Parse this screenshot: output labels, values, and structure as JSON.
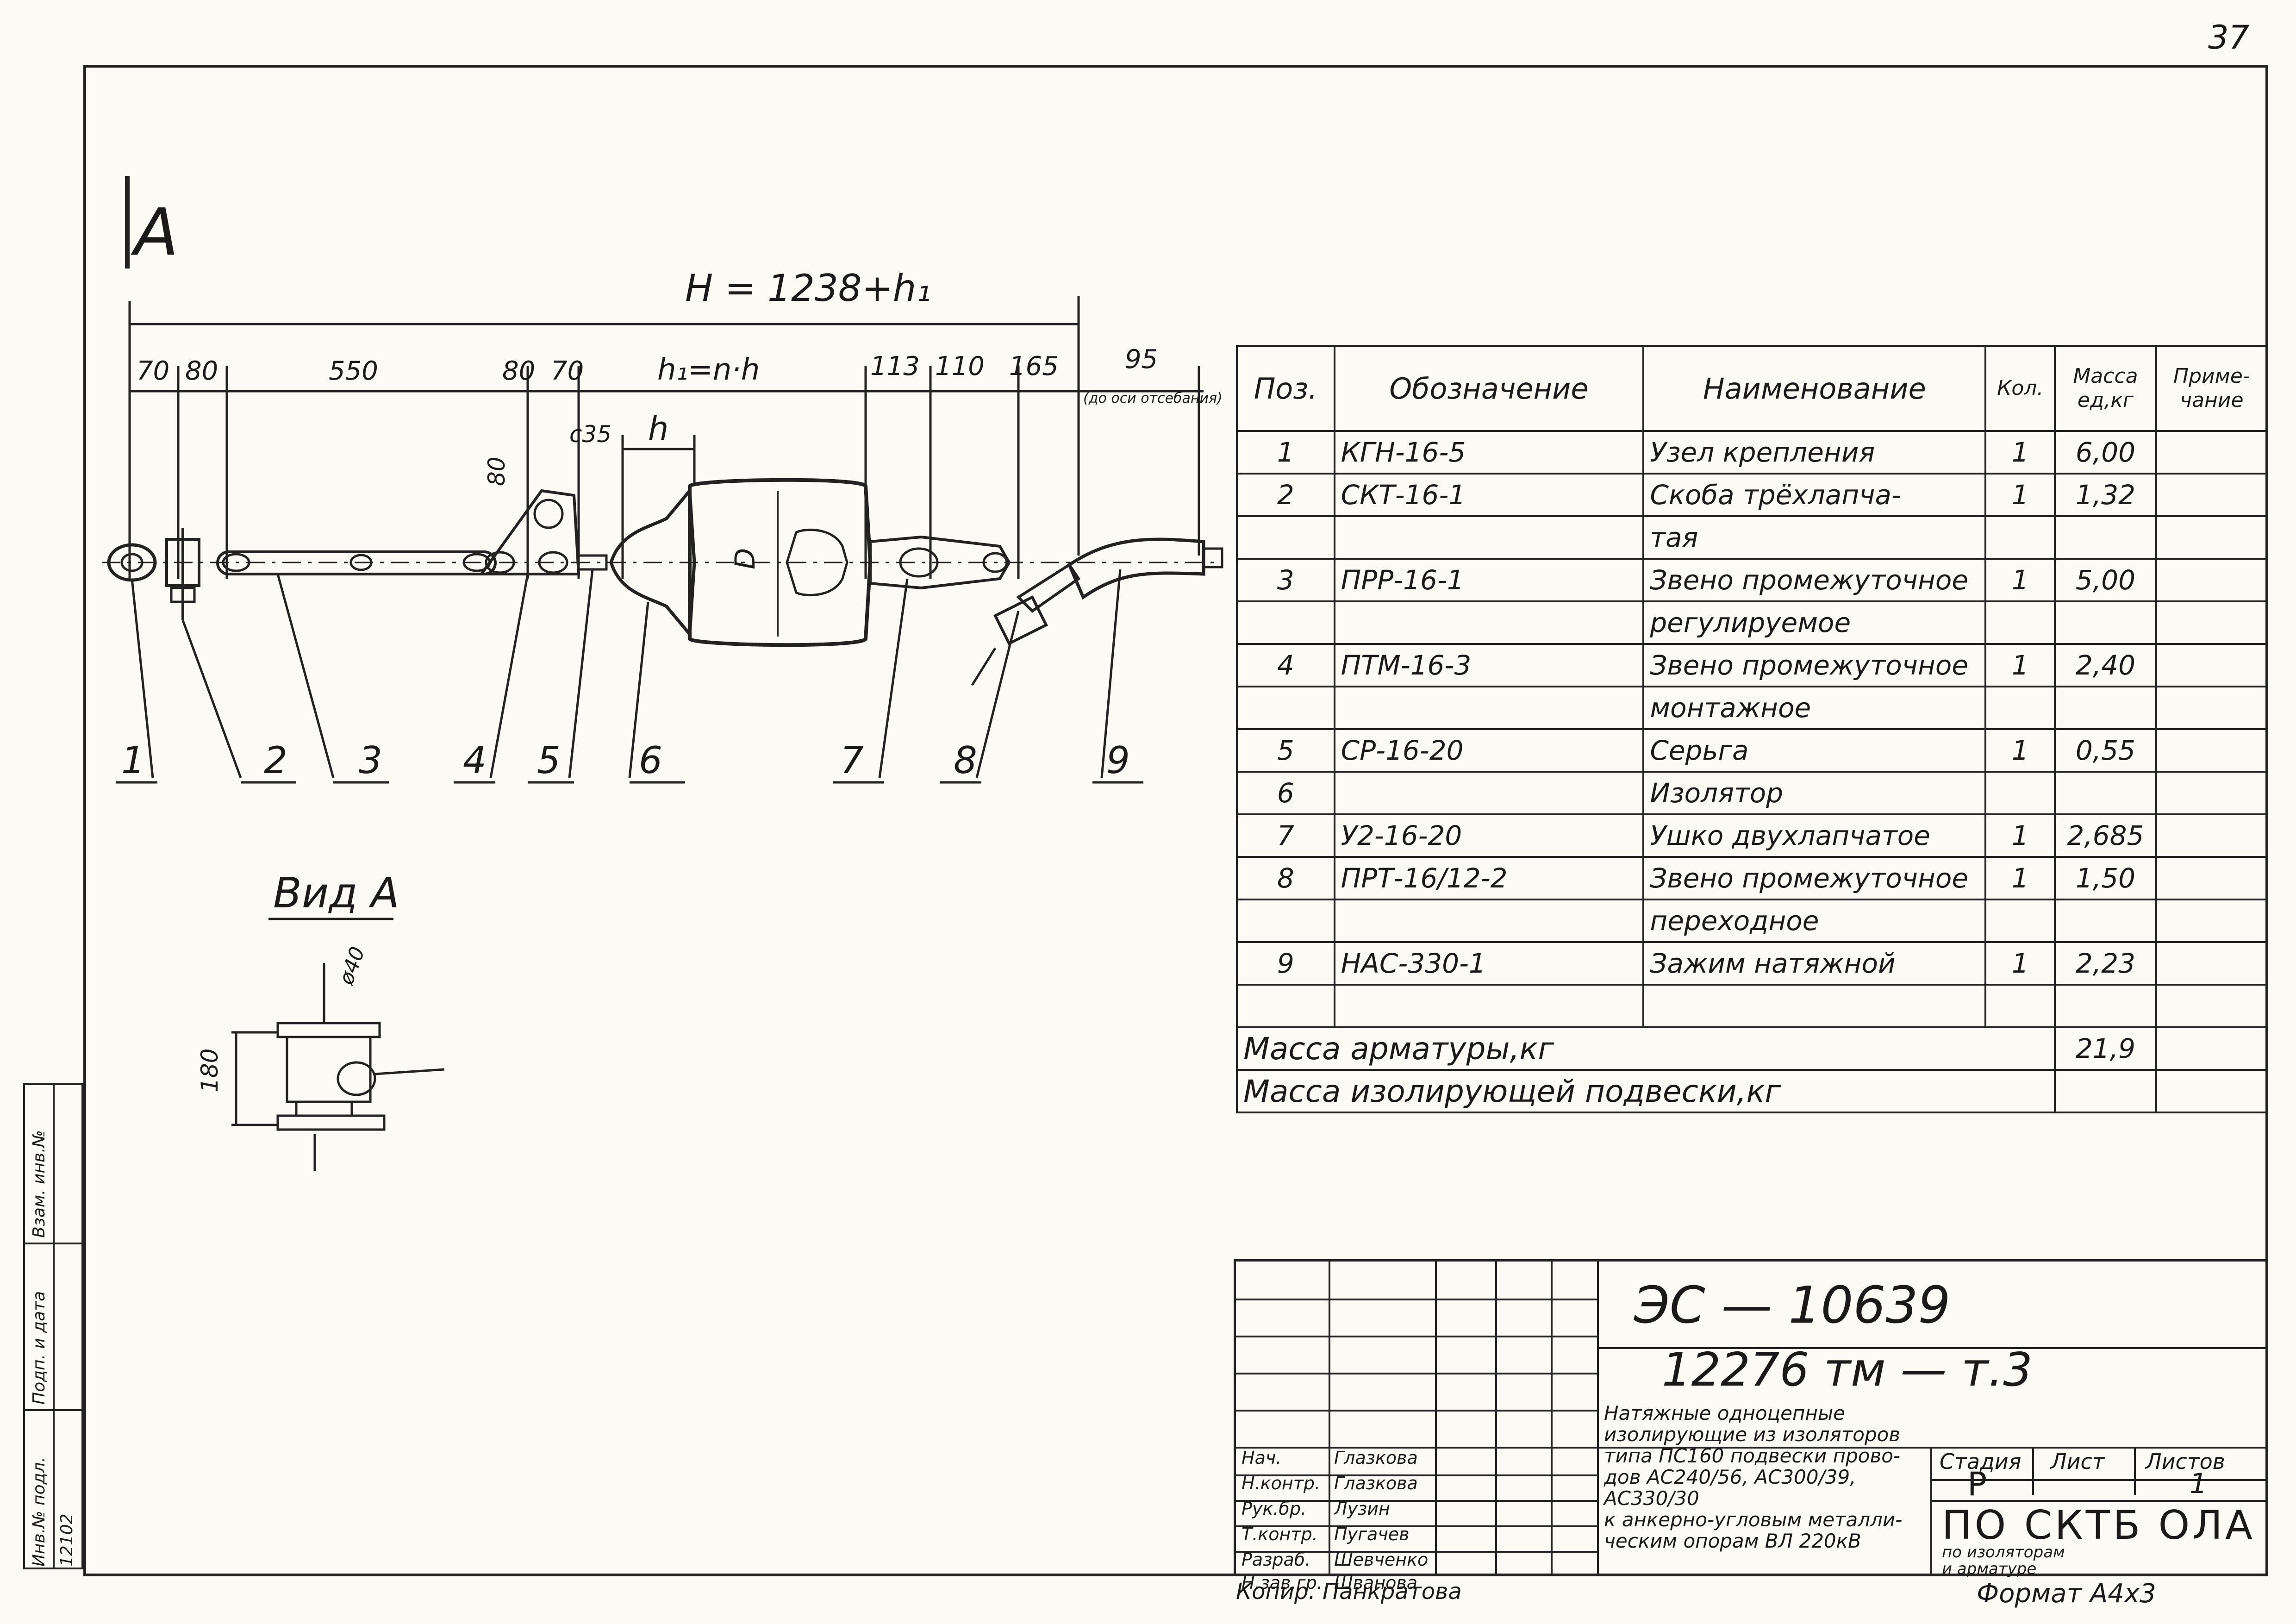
{
  "sheet_number": "37",
  "view_label": "A",
  "view_a_label": "Вид А",
  "dimensions": {
    "overall": "H = 1238+h₁",
    "d70a": "70",
    "d80a": "80",
    "d550": "550",
    "d80b": "80",
    "d70b": "70",
    "hformula": "h₁=n·h",
    "d113": "113",
    "d110": "110",
    "d165": "165",
    "d95": "95",
    "d95note": "(до оси отсебания)",
    "v80": "80",
    "c35": "с35",
    "h": "h",
    "D": "D",
    "side180": "180",
    "side40": "ø40"
  },
  "callouts": [
    "1",
    "2",
    "3",
    "4",
    "5",
    "6",
    "7",
    "8",
    "9"
  ],
  "spec_table": {
    "headers": {
      "pos": "Поз.",
      "designation": "Обозначение",
      "name": "Наименование",
      "qty": "Кол.",
      "mass": "Масса ед,кг",
      "note": "Приме-чание"
    },
    "rows": [
      {
        "pos": "1",
        "des": "КГН-16-5",
        "name": "Узел крепления",
        "qty": "1",
        "mass": "6,00",
        "note": ""
      },
      {
        "pos": "2",
        "des": "СКТ-16-1",
        "name": "Скоба трёхлапча-",
        "qty": "1",
        "mass": "1,32",
        "note": ""
      },
      {
        "pos": "",
        "des": "",
        "name": "тая",
        "qty": "",
        "mass": "",
        "note": ""
      },
      {
        "pos": "3",
        "des": "ПРР-16-1",
        "name": "Звено промежуточное",
        "qty": "1",
        "mass": "5,00",
        "note": ""
      },
      {
        "pos": "",
        "des": "",
        "name": "регулируемое",
        "qty": "",
        "mass": "",
        "note": ""
      },
      {
        "pos": "4",
        "des": "ПТМ-16-3",
        "name": "Звено промежуточное",
        "qty": "1",
        "mass": "2,40",
        "note": ""
      },
      {
        "pos": "",
        "des": "",
        "name": "монтажное",
        "qty": "",
        "mass": "",
        "note": ""
      },
      {
        "pos": "5",
        "des": "СР-16-20",
        "name": "Серьга",
        "qty": "1",
        "mass": "0,55",
        "note": ""
      },
      {
        "pos": "6",
        "des": "",
        "name": "Изолятор",
        "qty": "",
        "mass": "",
        "note": ""
      },
      {
        "pos": "7",
        "des": "У2-16-20",
        "name": "Ушко двухлапчатое",
        "qty": "1",
        "mass": "2,685",
        "note": ""
      },
      {
        "pos": "8",
        "des": "ПРТ-16/12-2",
        "name": "Звено промежуточное",
        "qty": "1",
        "mass": "1,50",
        "note": ""
      },
      {
        "pos": "",
        "des": "",
        "name": "переходное",
        "qty": "",
        "mass": "",
        "note": ""
      },
      {
        "pos": "9",
        "des": "НАС-330-1",
        "name": "Зажим натяжной",
        "qty": "1",
        "mass": "2,23",
        "note": ""
      },
      {
        "pos": "",
        "des": "",
        "name": "",
        "qty": "",
        "mass": "",
        "note": ""
      }
    ],
    "totals": [
      {
        "label": "Масса арматуры,кг",
        "value": "21,9"
      },
      {
        "label": "Масса изолирующей подвески,кг",
        "value": ""
      }
    ]
  },
  "title_block": {
    "code1": "ЭС — 10639",
    "code2": "12276 тм — т.3",
    "title": "Натяжные одноцепные\nизолирующие из изоляторов\nтипа ПС160 подвески прово-\nдов АС240/56, АС300/39, АС330/30\nк анкерно-угловым металли-\nческим опорам ВЛ 220кВ",
    "stage_hdr": "Стадия",
    "sheet_hdr": "Лист",
    "sheets_hdr": "Листов",
    "stage": "Р",
    "sheets": "1",
    "org": "ПО СКТБ ОЛА",
    "org_sub": "по изоляторам\nи арматуре",
    "roles": [
      "Нач.",
      "Н.контр.",
      "Рук.бр.",
      "Т.контр.",
      "Разраб.",
      "Н.зав.гр."
    ],
    "names": [
      "Глазкова",
      "Глазкова",
      "Лузин",
      "Пугачев",
      "Шевченко",
      "Шванова"
    ]
  },
  "copy_text": "Копир. Панкратова",
  "format_text": "Формат А4х3",
  "margin_stamp": [
    "Инв.№ подл.",
    "Подп. и дата",
    "Взам. инв.№"
  ],
  "margin_value": "12102"
}
